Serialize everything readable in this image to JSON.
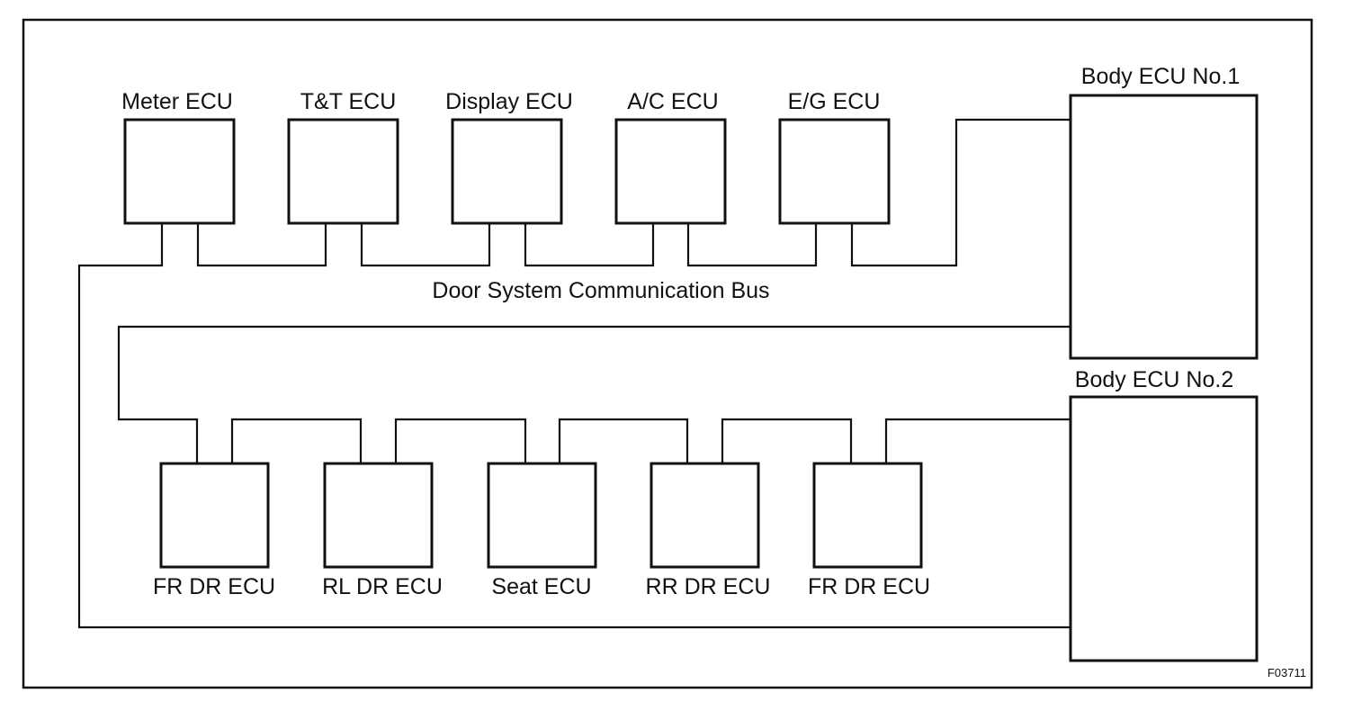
{
  "bus_label": "Door System Communication Bus",
  "figure_code": "F03711",
  "top_ecus": [
    {
      "label": "Meter ECU"
    },
    {
      "label": "T&T ECU"
    },
    {
      "label": "Display ECU"
    },
    {
      "label": "A/C ECU"
    },
    {
      "label": "E/G ECU"
    }
  ],
  "bottom_ecus": [
    {
      "label": "FR DR ECU"
    },
    {
      "label": "RL DR ECU"
    },
    {
      "label": "Seat ECU"
    },
    {
      "label": "RR DR ECU"
    },
    {
      "label": "FR DR ECU"
    }
  ],
  "body_ecus": [
    {
      "label": "Body ECU No.1"
    },
    {
      "label": "Body ECU No.2"
    }
  ]
}
